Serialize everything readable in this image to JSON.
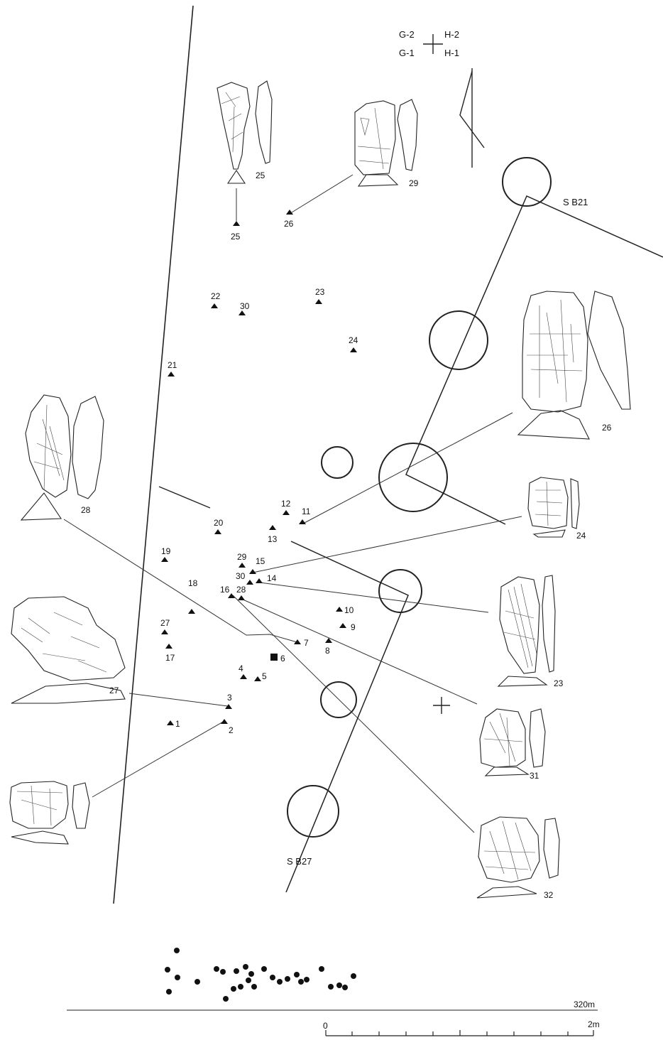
{
  "grid_labels": {
    "g2": "G-2",
    "h2": "H-2",
    "g1": "G-1",
    "h1": "H-1"
  },
  "features": {
    "sb21": "S B21",
    "sb27": "S B27"
  },
  "elevation": "320m",
  "scale": {
    "start": "0",
    "end": "2m"
  },
  "find_labels": [
    "1",
    "2",
    "3",
    "4",
    "5",
    "6",
    "7",
    "8",
    "9",
    "10",
    "11",
    "12",
    "13",
    "14",
    "15",
    "16",
    "17",
    "18",
    "19",
    "20",
    "21",
    "22",
    "23",
    "24",
    "25",
    "26",
    "27",
    "28",
    "29",
    "30"
  ],
  "artifact_labels": [
    "25",
    "29",
    "26",
    "28",
    "24",
    "23",
    "27",
    "31",
    "32"
  ],
  "colors": {
    "ink": "#111111",
    "paper": "#ffffff"
  }
}
